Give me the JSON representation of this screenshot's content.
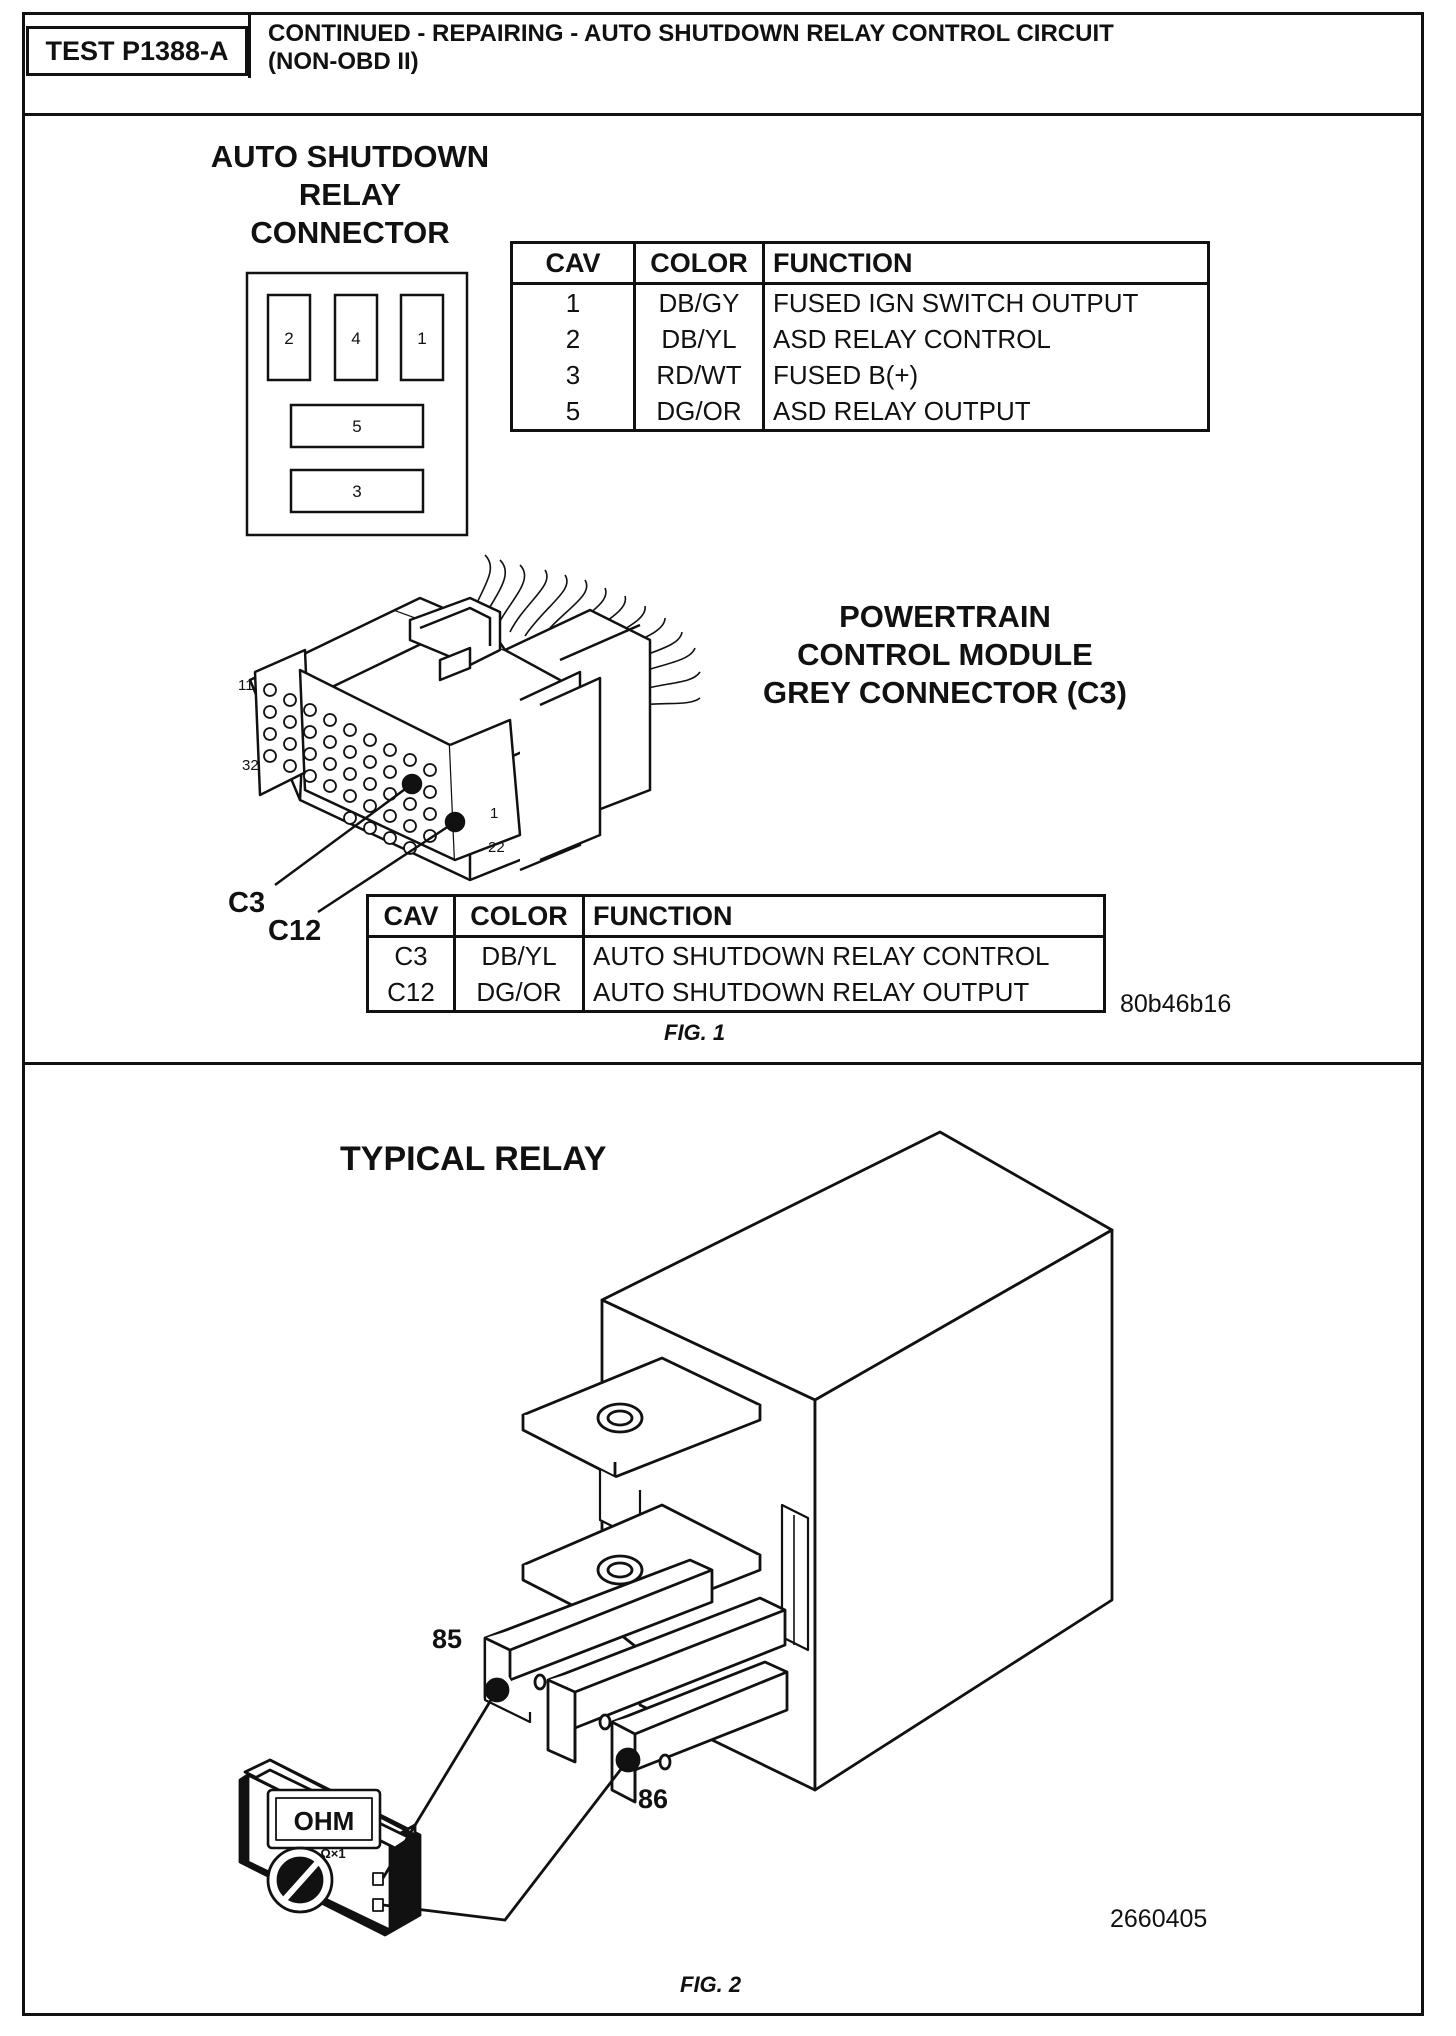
{
  "header": {
    "test_id": "TEST P1388-A",
    "title_line1": "CONTINUED - REPAIRING - AUTO SHUTDOWN RELAY CONTROL CIRCUIT",
    "title_line2": "(NON-OBD II)"
  },
  "fig1": {
    "asd_label": [
      "AUTO SHUTDOWN",
      "RELAY",
      "CONNECTOR"
    ],
    "asd_cavities": [
      "2",
      "4",
      "1",
      "5",
      "3"
    ],
    "asd_table": {
      "headers": [
        "CAV",
        "COLOR",
        "FUNCTION"
      ],
      "rows": [
        [
          "1",
          "DB/GY",
          "FUSED IGN SWITCH OUTPUT"
        ],
        [
          "2",
          "DB/YL",
          "ASD RELAY CONTROL"
        ],
        [
          "3",
          "RD/WT",
          "FUSED B(+)"
        ],
        [
          "5",
          "DG/OR",
          "ASD RELAY OUTPUT"
        ]
      ]
    },
    "pcm_label": [
      "POWERTRAIN",
      "CONTROL MODULE",
      "GREY CONNECTOR (C3)"
    ],
    "pcm_pin_numbers": [
      "11",
      "32",
      "1",
      "22"
    ],
    "pin_callouts": [
      "C3",
      "C12"
    ],
    "pcm_table": {
      "headers": [
        "CAV",
        "COLOR",
        "FUNCTION"
      ],
      "rows": [
        [
          "C3",
          "DB/YL",
          "AUTO SHUTDOWN RELAY CONTROL"
        ],
        [
          "C12",
          "DG/OR",
          "AUTO SHUTDOWN RELAY OUTPUT"
        ]
      ]
    },
    "image_code": "80b46b16",
    "caption": "FIG. 1"
  },
  "fig2": {
    "title": "TYPICAL RELAY",
    "terminal_labels": [
      "85",
      "86"
    ],
    "meter_display": "OHM",
    "meter_range": "Ω×1",
    "image_code": "2660405",
    "caption": "FIG. 2"
  }
}
